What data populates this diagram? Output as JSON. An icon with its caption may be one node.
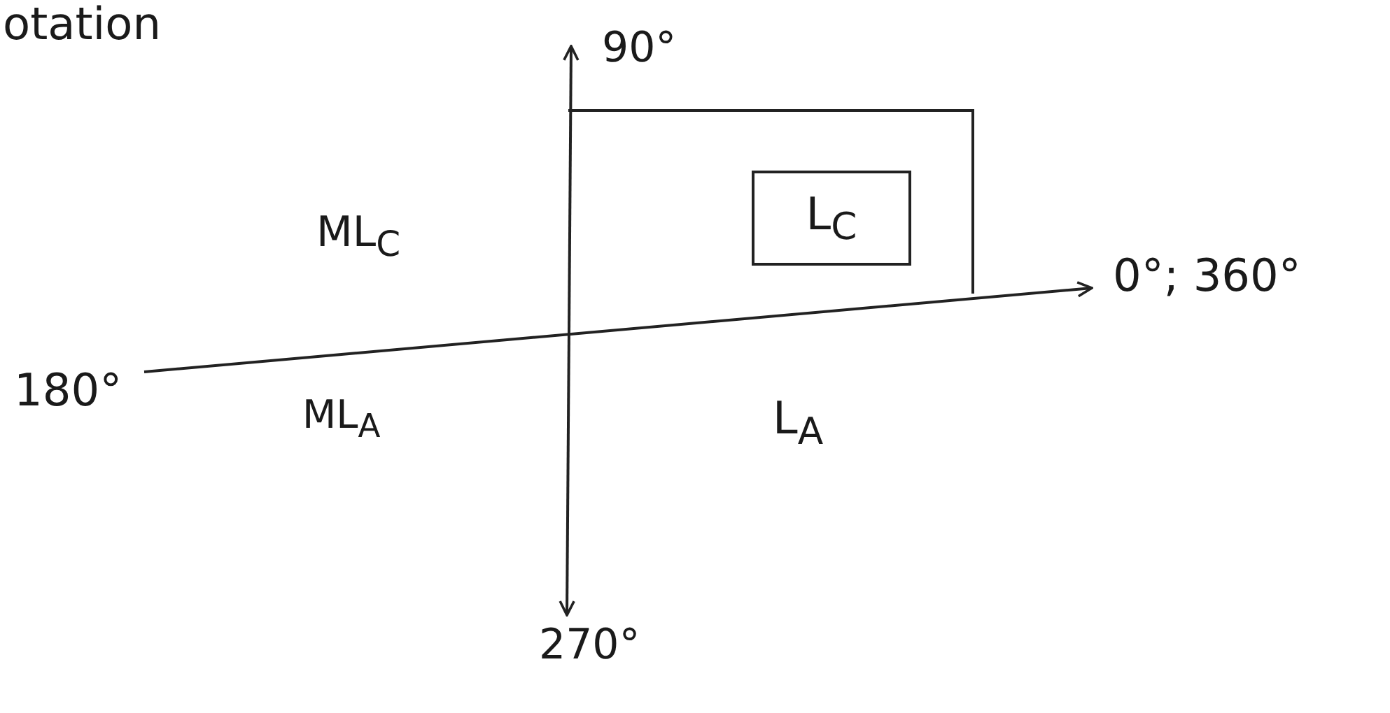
{
  "diagram": {
    "nodes": [
      {
        "text": [],
        "shape": "box"
      },
      {
        "text": [
          "L$_{C}$"
        ],
        "in": 0
      }
    ],
    "labels": [
      "otation",
      "90°",
      "ML$_{C}$",
      "0°; 360°",
      "180°",
      "ML$_{A}$",
      "L$_{A}$",
      "270°"
    ]
  }
}
